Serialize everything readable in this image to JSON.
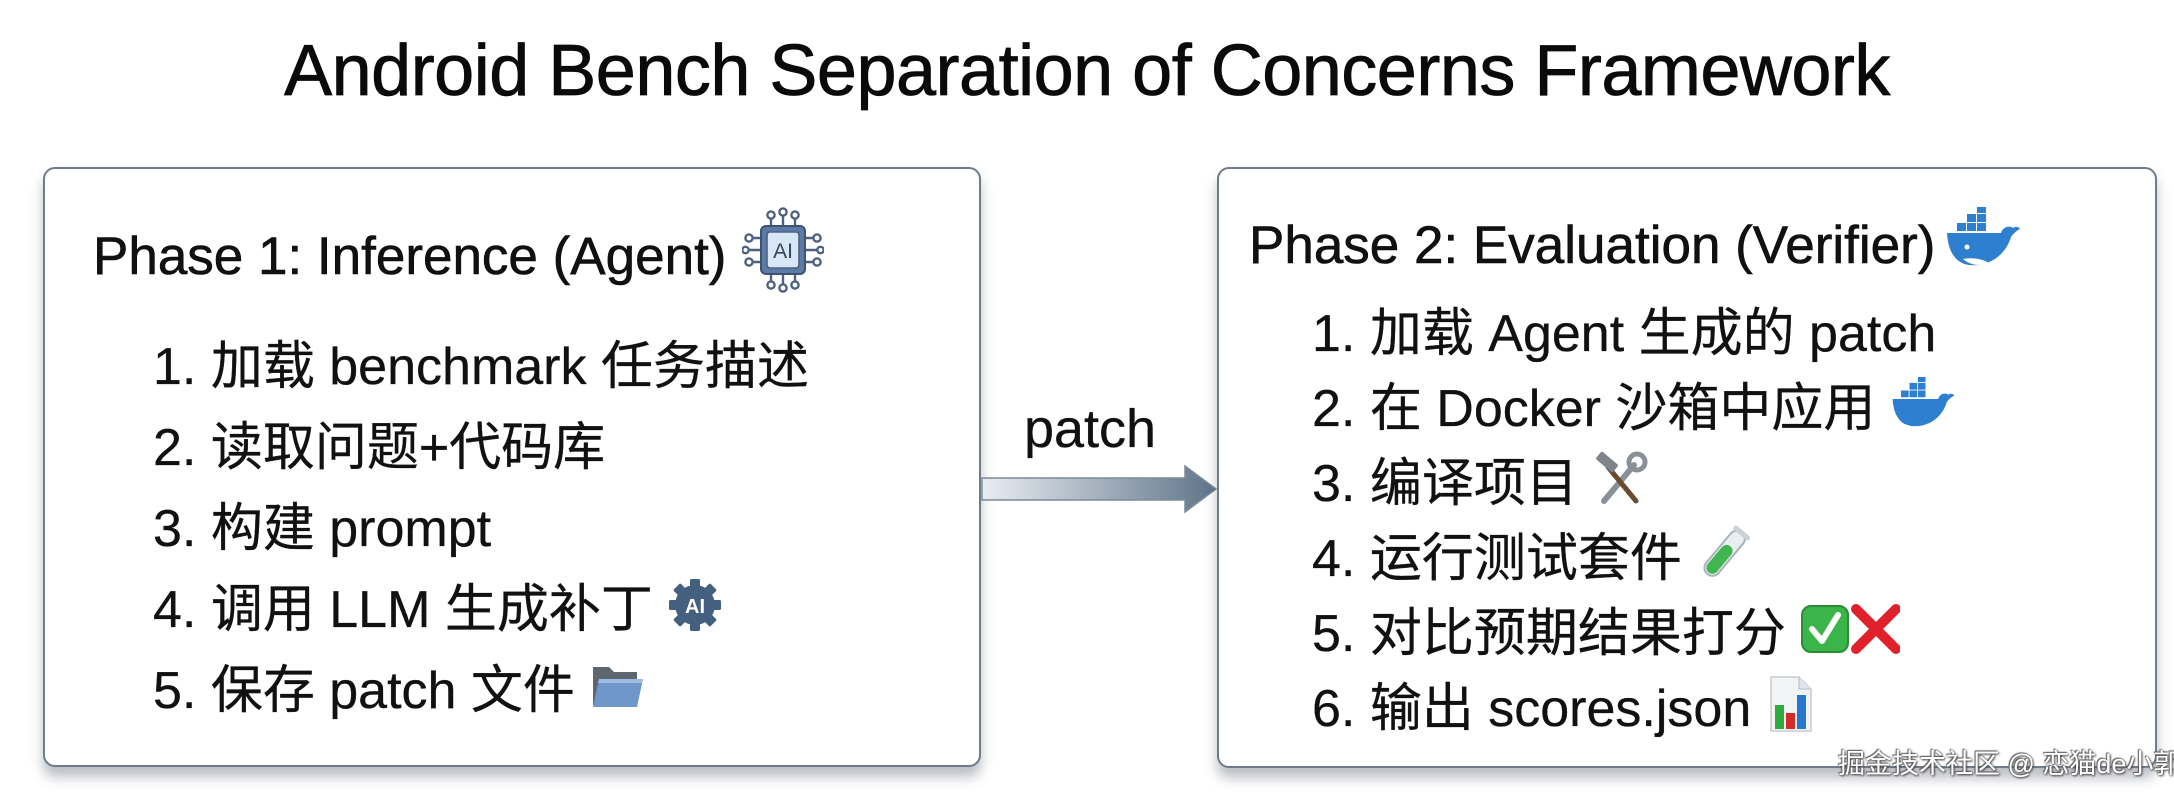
{
  "title": "Android Bench Separation of Concerns Framework",
  "connector": {
    "label": "patch",
    "direction": "left-to-right",
    "colors": {
      "start": "#e6ebf1",
      "end": "#5f7489"
    }
  },
  "phases": [
    {
      "heading": "Phase 1: Inference (Agent)",
      "heading_icon": "ai-chip-icon",
      "steps": [
        {
          "text": "1. 加载 benchmark 任务描述",
          "icon": null
        },
        {
          "text": "2. 读取问题+代码库",
          "icon": null
        },
        {
          "text": "3. 构建 prompt",
          "icon": null
        },
        {
          "text": "4. 调用 LLM 生成补丁",
          "icon": "ai-gear-icon"
        },
        {
          "text": "5. 保存 patch 文件",
          "icon": "folder-icon"
        }
      ]
    },
    {
      "heading": "Phase 2: Evaluation (Verifier)",
      "heading_icon": "docker-whale-icon",
      "steps": [
        {
          "text": "1. 加载 Agent 生成的 patch",
          "icon": null
        },
        {
          "text": "2. 在 Docker 沙箱中应用",
          "icon": "docker-whale-icon"
        },
        {
          "text": "3. 编译项目",
          "icon": "hammer-wrench-icon"
        },
        {
          "text": "4. 运行测试套件",
          "icon": "test-tube-icon"
        },
        {
          "text": "5. 对比预期结果打分",
          "icon": "check-and-cross-icon"
        },
        {
          "text": "6. 输出 scores.json",
          "icon": "bar-chart-file-icon"
        }
      ]
    }
  ],
  "icon_text": {
    "ai": "AI"
  },
  "colors": {
    "panel_border": "#6f7b8a",
    "docker_blue": "#2f7fd0",
    "chip_blue": "#5b7aa6",
    "check_green": "#3bb54a",
    "cross_red": "#e0202a"
  },
  "watermark": "掘金技术社区 @ 恋猫de小郭"
}
